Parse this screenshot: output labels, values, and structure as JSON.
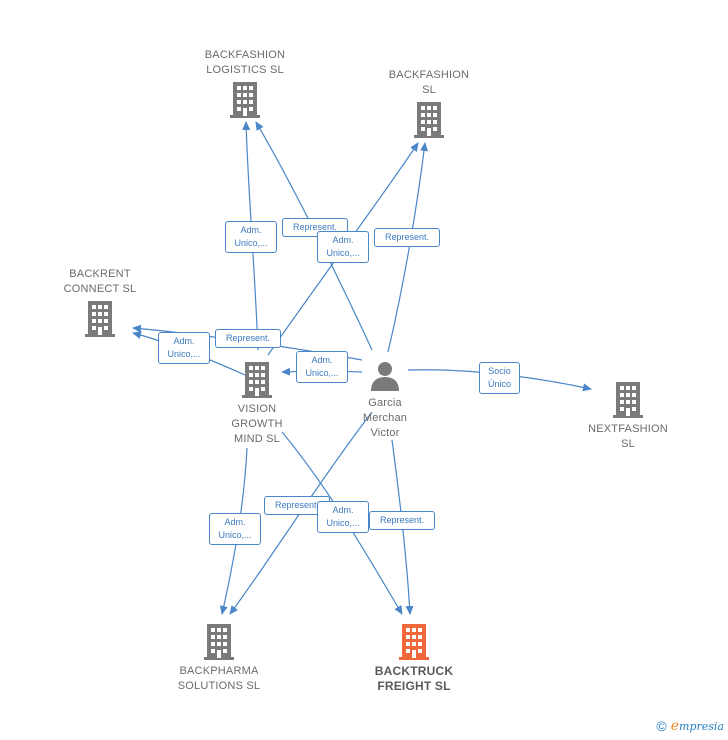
{
  "nodes": {
    "backfashion_logistics": {
      "label": "BACKFASHION\nLOGISTICS  SL",
      "type": "company"
    },
    "backfashion": {
      "label": "BACKFASHION\nSL",
      "type": "company"
    },
    "backrent_connect": {
      "label": "BACKRENT\nCONNECT  SL",
      "type": "company"
    },
    "vision_growth_mind": {
      "label": "VISION\nGROWTH\nMIND  SL",
      "type": "company"
    },
    "garcia_merchan": {
      "label": "Garcia\nMerchan\nVictor",
      "type": "person"
    },
    "nextfashion": {
      "label": "NEXTFASHION\nSL",
      "type": "company"
    },
    "backpharma_solutions": {
      "label": "BACKPHARMA\nSOLUTIONS  SL",
      "type": "company"
    },
    "backtruck_freight": {
      "label": "BACKTRUCK\nFREIGHT  SL",
      "type": "company-main"
    }
  },
  "edge_labels": {
    "vgm_logistics": "Adm.\nUnico,...",
    "gm_logistics": "Represent.",
    "vgm_backfashion": "Adm.\nUnico,...",
    "gm_backfashion": "Represent.",
    "vgm_backrent": "Adm.\nUnico,...",
    "gm_backrent": "Represent.",
    "gm_vgm": "Adm.\nUnico,...",
    "gm_nextfashion": "Socio\nÚnico",
    "vgm_backpharma": "Adm.\nUnico,...",
    "gm_backpharma": "Represent.",
    "vgm_backtruck": "Adm.\nUnico,...",
    "gm_backtruck": "Represent."
  },
  "colors": {
    "edge": "#4a86c8",
    "company_icon": "#7a7a7a",
    "main_icon": "#f0673a"
  },
  "footer": {
    "copyright": "©",
    "brand_initial": "e",
    "brand_rest": "mpresia"
  }
}
